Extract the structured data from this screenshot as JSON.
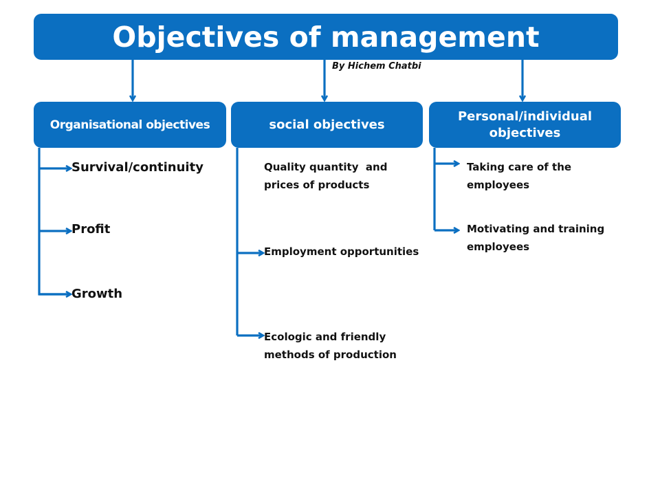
{
  "title": "Objectives of management",
  "author": "By Hichem Chatbi",
  "colors": {
    "accent": "#0b6fc1",
    "box_text": "#ffffff",
    "item_text": "#111111",
    "background": "#ffffff"
  },
  "columns": [
    {
      "label": "Organisational objectives",
      "items": [
        {
          "text": "Survival/continuity",
          "has_arrow": true
        },
        {
          "text": "Profit",
          "has_arrow": true
        },
        {
          "text": "Growth",
          "has_arrow": true
        }
      ]
    },
    {
      "label": "social objectives",
      "items": [
        {
          "text": "Quality quantity  and\nprices of products",
          "line1": "Quality quantity  and",
          "line2": "prices of products",
          "has_arrow": false
        },
        {
          "text": "Employment opportunities",
          "has_arrow": true
        },
        {
          "text": "Ecologic and friendly\nmethods of production",
          "line1": "Ecologic and friendly",
          "line2": "methods of production",
          "has_arrow": true
        }
      ]
    },
    {
      "label_line1": "Personal/individual",
      "label_line2": "objectives",
      "label": "Personal/individual objectives",
      "items": [
        {
          "text": "Taking care of the employees",
          "line1": "Taking care of the",
          "line2": "employees",
          "has_arrow": true
        },
        {
          "text": "Motivating and training employees",
          "line1": "Motivating and training",
          "line2": "employees",
          "has_arrow": true
        }
      ]
    }
  ]
}
